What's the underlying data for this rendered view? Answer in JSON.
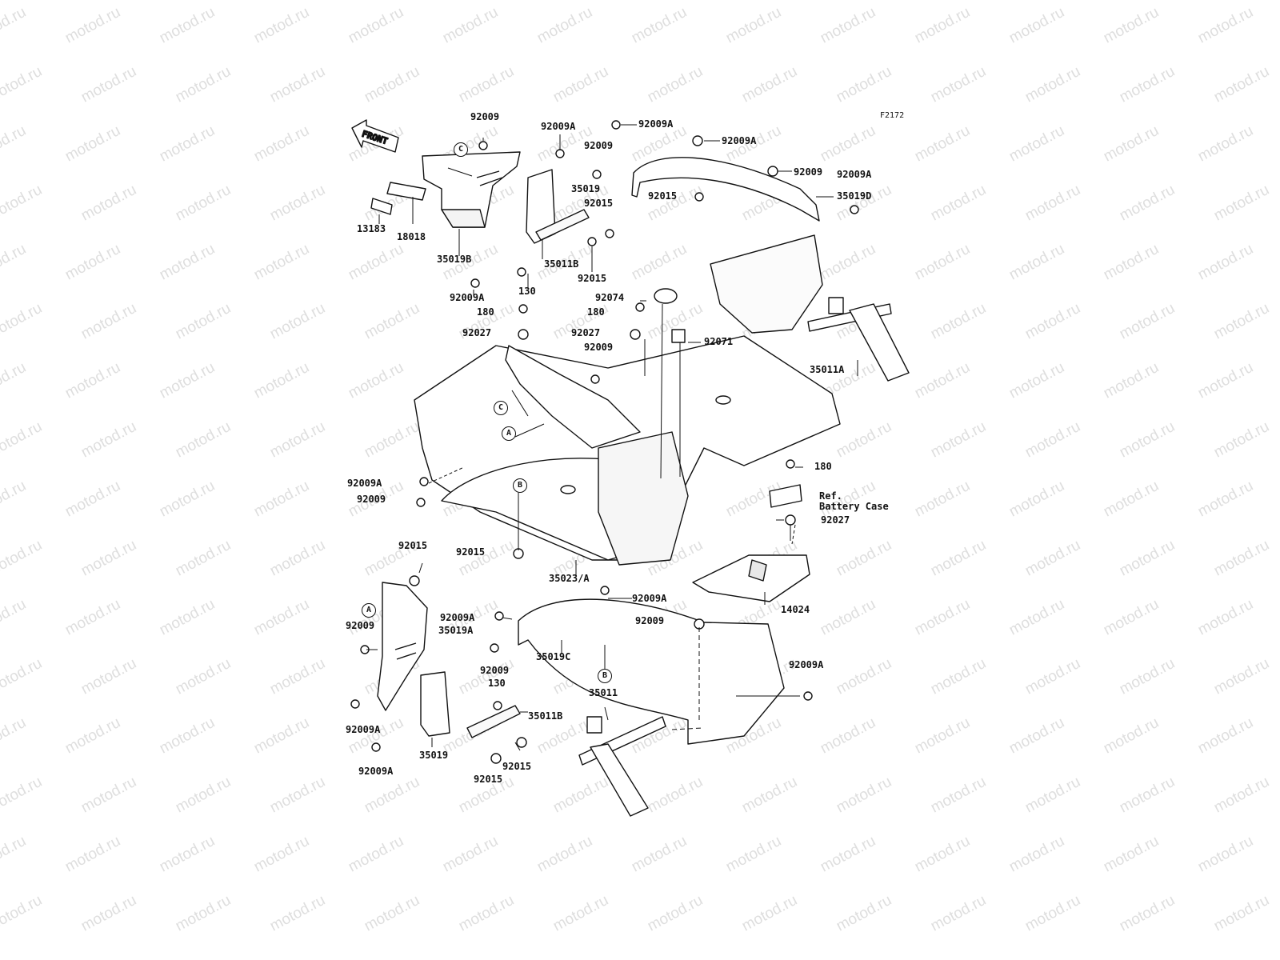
{
  "watermark": "motod.ru",
  "figure_code": "F2172",
  "front_label": "FRONT",
  "ref_label_line1": "Ref.",
  "ref_label_line2": "Battery Case",
  "callouts": {
    "c1": "C",
    "c2": "C",
    "a1": "A",
    "a2": "A",
    "b1": "B",
    "b2": "B"
  },
  "parts": {
    "p_92009_top": "92009",
    "p_92009A_topmid": "92009A",
    "p_92009A_topright": "92009A",
    "p_92009_r2": "92009",
    "p_92009A_r3": "92009A",
    "p_92009_r4": "92009",
    "p_35019": "35019",
    "p_92015_a": "92015",
    "p_92015_b": "92015",
    "p_35019D": "35019D",
    "p_92009A_r5": "92009A",
    "p_13183": "13183",
    "p_18018": "18018",
    "p_35019B": "35019B",
    "p_35011B_top": "35011B",
    "p_92015_c": "92015",
    "p_130_top": "130",
    "p_92009A_l1": "92009A",
    "p_92074": "92074",
    "p_180_a": "180",
    "p_180_b": "180",
    "p_92027_a": "92027",
    "p_92027_b": "92027",
    "p_92071": "92071",
    "p_92009_mid": "92009",
    "p_35011A": "35011A",
    "p_180_c": "180",
    "p_92027_c": "92027",
    "p_92009A_l2": "92009A",
    "p_92009_l3": "92009",
    "p_92015_l4": "92015",
    "p_92015_d": "92015",
    "p_35023A": "35023/A",
    "p_14024": "14024",
    "p_92009A_b1": "92009A",
    "p_92009A_b2": "92009A",
    "p_35019A": "35019A",
    "p_92009_b3": "92009",
    "p_92009_b4": "92009",
    "p_35019C": "35019C",
    "p_92009_b5": "92009",
    "p_130_bot": "130",
    "p_35011": "35011",
    "p_35011B_bot": "35011B",
    "p_92009A_b6": "92009A",
    "p_92009A_b7": "92009A",
    "p_92009A_b8": "92009A",
    "p_35019_bot": "35019",
    "p_92015_e": "92015",
    "p_92015_f": "92015"
  }
}
